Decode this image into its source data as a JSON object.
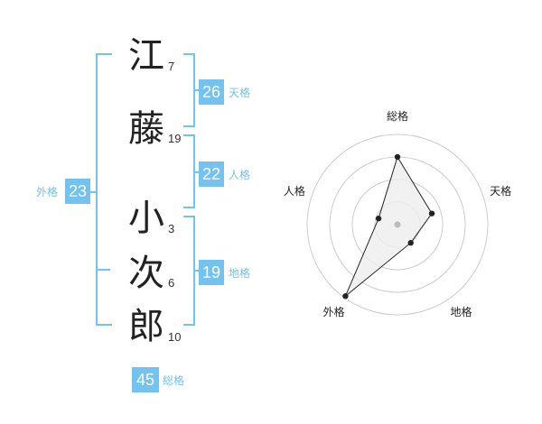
{
  "name": {
    "surname": [
      {
        "char": "江",
        "strokes": "7"
      },
      {
        "char": "藤",
        "strokes": "19"
      }
    ],
    "given": [
      {
        "char": "小",
        "strokes": "3"
      },
      {
        "char": "次",
        "strokes": "6"
      },
      {
        "char": "郎",
        "strokes": "10"
      }
    ]
  },
  "fortunes": {
    "tenkaku": {
      "label": "天格",
      "value": "26"
    },
    "jinkaku": {
      "label": "人格",
      "value": "22"
    },
    "chikaku": {
      "label": "地格",
      "value": "19"
    },
    "gaikaku": {
      "label": "外格",
      "value": "23"
    },
    "soukaku": {
      "label": "総格",
      "value": "45"
    }
  },
  "chart_data": {
    "type": "radar",
    "axes": [
      "総格",
      "天格",
      "地格",
      "外格",
      "人格"
    ],
    "values": [
      0.75,
      0.4,
      0.25,
      0.98,
      0.22
    ],
    "rings": 4,
    "range": [
      0,
      1
    ],
    "colors": {
      "ring": "#cccccc",
      "fill": "#eeeeee",
      "line": "#222222",
      "point": "#222222",
      "center": "#bbbbbb"
    }
  },
  "colors": {
    "accent": "#74c2f0",
    "text": "#222222"
  }
}
